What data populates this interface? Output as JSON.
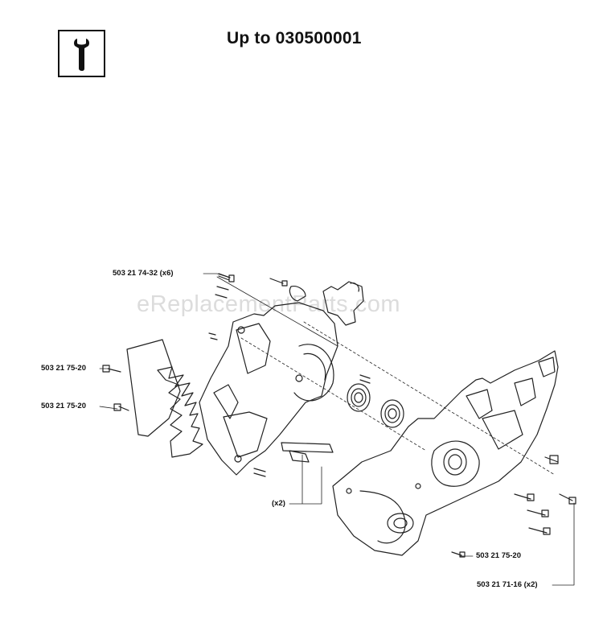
{
  "header": {
    "icon": "wrench-icon",
    "title": "Up to 030500001"
  },
  "watermark": "eReplacementParts.com",
  "callouts": [
    {
      "id": "c1",
      "text": "503 21 74-32 (x6)"
    },
    {
      "id": "c2",
      "text": "503 21 75-20"
    },
    {
      "id": "c3",
      "text": "503 21 75-20"
    },
    {
      "id": "c4",
      "text": "(x2)"
    },
    {
      "id": "c5",
      "text": "503 21 75-20"
    },
    {
      "id": "c6",
      "text": "503 21 71-16 (x2)"
    }
  ],
  "colors": {
    "line": "#222222",
    "watermark": "#dcdcdc"
  }
}
